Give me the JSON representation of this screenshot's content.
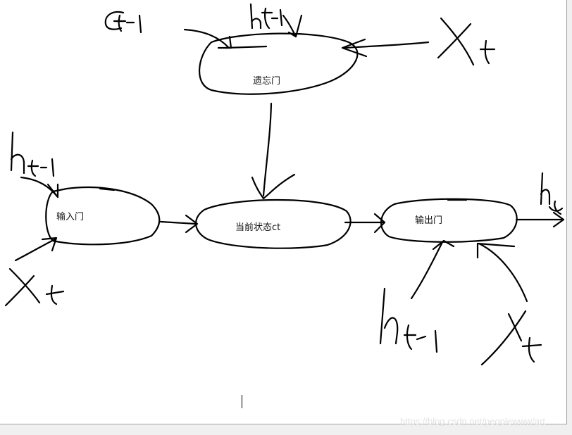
{
  "diagram": {
    "nodes": {
      "forget_gate": "遗忘门",
      "input_gate": "输入门",
      "current_state": "当前状态ct",
      "output_gate": "输出门"
    },
    "handwritten_labels": {
      "prev_cell_state": "Ct-1",
      "prev_hidden_top": "ht-1",
      "input_top": "Xt",
      "prev_hidden_left": "ht-1",
      "input_left": "Xt",
      "prev_hidden_bottom": "ht-1",
      "input_bottom": "Xt",
      "output_hidden": "ht"
    },
    "stroke_color": "#000000"
  },
  "watermark": "https://blog.csdn.net/peoplewww/art"
}
